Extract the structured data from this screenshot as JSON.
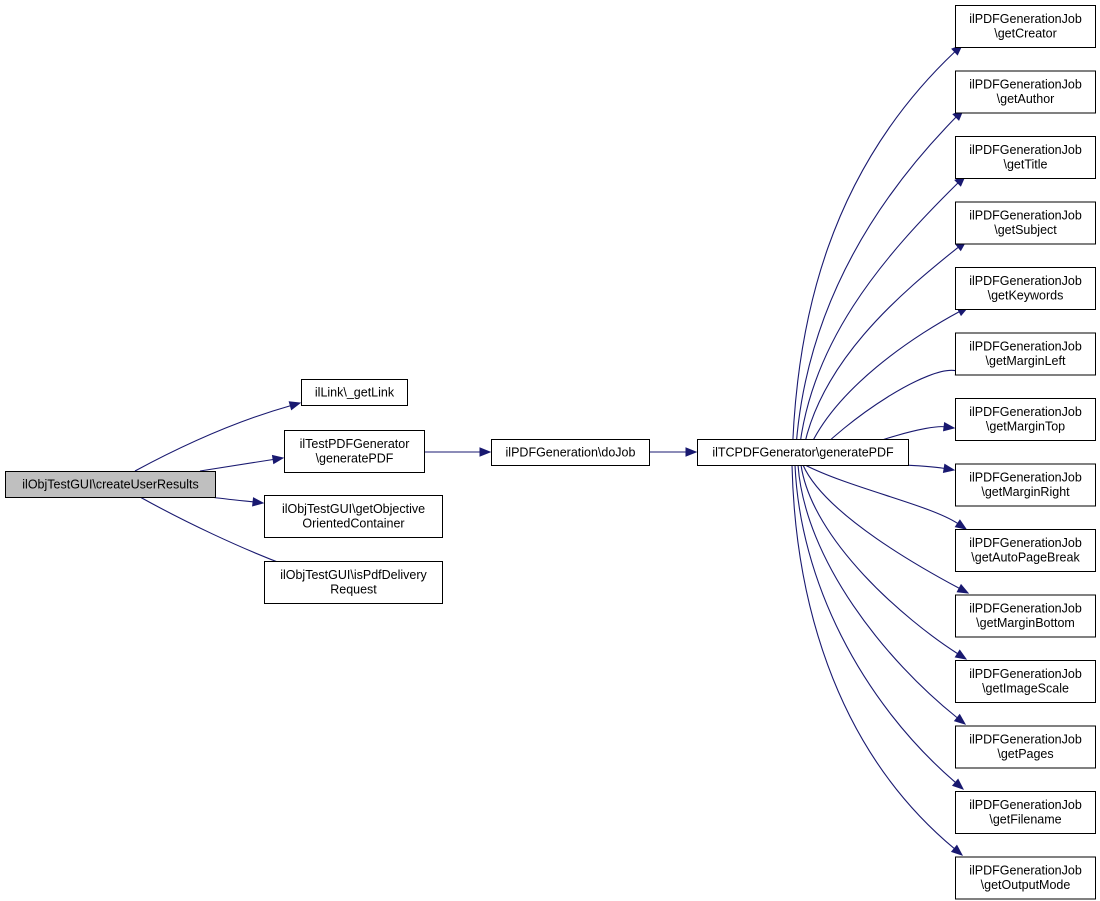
{
  "colors": {
    "edge": "#191970",
    "root_fill": "#bfbfbf",
    "node_fill": "#ffffff",
    "node_border": "#000000"
  },
  "nodes": [
    {
      "id": "root",
      "lines": [
        "ilObjTestGUI\\createUserResults"
      ],
      "root": true
    },
    {
      "id": "getLink",
      "lines": [
        "ilLink\\_getLink"
      ]
    },
    {
      "id": "testGenPDF",
      "lines": [
        "ilTestPDFGenerator",
        "\\generatePDF"
      ]
    },
    {
      "id": "getObjective",
      "lines": [
        "ilObjTestGUI\\getObjective",
        "OrientedContainer"
      ]
    },
    {
      "id": "isPdfDelivery",
      "lines": [
        "ilObjTestGUI\\isPdfDelivery",
        "Request"
      ]
    },
    {
      "id": "doJob",
      "lines": [
        "ilPDFGeneration\\doJob"
      ]
    },
    {
      "id": "tcpdf",
      "lines": [
        "ilTCPDFGenerator\\generatePDF"
      ]
    },
    {
      "id": "getCreator",
      "lines": [
        "ilPDFGenerationJob",
        "\\getCreator"
      ]
    },
    {
      "id": "getAuthor",
      "lines": [
        "ilPDFGenerationJob",
        "\\getAuthor"
      ]
    },
    {
      "id": "getTitle",
      "lines": [
        "ilPDFGenerationJob",
        "\\getTitle"
      ]
    },
    {
      "id": "getSubject",
      "lines": [
        "ilPDFGenerationJob",
        "\\getSubject"
      ]
    },
    {
      "id": "getKeywords",
      "lines": [
        "ilPDFGenerationJob",
        "\\getKeywords"
      ]
    },
    {
      "id": "getMarginLeft",
      "lines": [
        "ilPDFGenerationJob",
        "\\getMarginLeft"
      ]
    },
    {
      "id": "getMarginTop",
      "lines": [
        "ilPDFGenerationJob",
        "\\getMarginTop"
      ]
    },
    {
      "id": "getMarginRight",
      "lines": [
        "ilPDFGenerationJob",
        "\\getMarginRight"
      ]
    },
    {
      "id": "getAutoPageBreak",
      "lines": [
        "ilPDFGenerationJob",
        "\\getAutoPageBreak"
      ]
    },
    {
      "id": "getMarginBottom",
      "lines": [
        "ilPDFGenerationJob",
        "\\getMarginBottom"
      ]
    },
    {
      "id": "getImageScale",
      "lines": [
        "ilPDFGenerationJob",
        "\\getImageScale"
      ]
    },
    {
      "id": "getPages",
      "lines": [
        "ilPDFGenerationJob",
        "\\getPages"
      ]
    },
    {
      "id": "getFilename",
      "lines": [
        "ilPDFGenerationJob",
        "\\getFilename"
      ]
    },
    {
      "id": "getOutputMode",
      "lines": [
        "ilPDFGenerationJob",
        "\\getOutputMode"
      ]
    }
  ],
  "edges": [
    {
      "from": "root",
      "to": "getLink"
    },
    {
      "from": "root",
      "to": "testGenPDF"
    },
    {
      "from": "root",
      "to": "getObjective"
    },
    {
      "from": "root",
      "to": "isPdfDelivery"
    },
    {
      "from": "testGenPDF",
      "to": "doJob"
    },
    {
      "from": "doJob",
      "to": "tcpdf"
    },
    {
      "from": "tcpdf",
      "to": "getCreator"
    },
    {
      "from": "tcpdf",
      "to": "getAuthor"
    },
    {
      "from": "tcpdf",
      "to": "getTitle"
    },
    {
      "from": "tcpdf",
      "to": "getSubject"
    },
    {
      "from": "tcpdf",
      "to": "getKeywords"
    },
    {
      "from": "tcpdf",
      "to": "getMarginLeft"
    },
    {
      "from": "tcpdf",
      "to": "getMarginTop"
    },
    {
      "from": "tcpdf",
      "to": "getMarginRight"
    },
    {
      "from": "tcpdf",
      "to": "getAutoPageBreak"
    },
    {
      "from": "tcpdf",
      "to": "getMarginBottom"
    },
    {
      "from": "tcpdf",
      "to": "getImageScale"
    },
    {
      "from": "tcpdf",
      "to": "getPages"
    },
    {
      "from": "tcpdf",
      "to": "getFilename"
    },
    {
      "from": "tcpdf",
      "to": "getOutputMode"
    }
  ]
}
